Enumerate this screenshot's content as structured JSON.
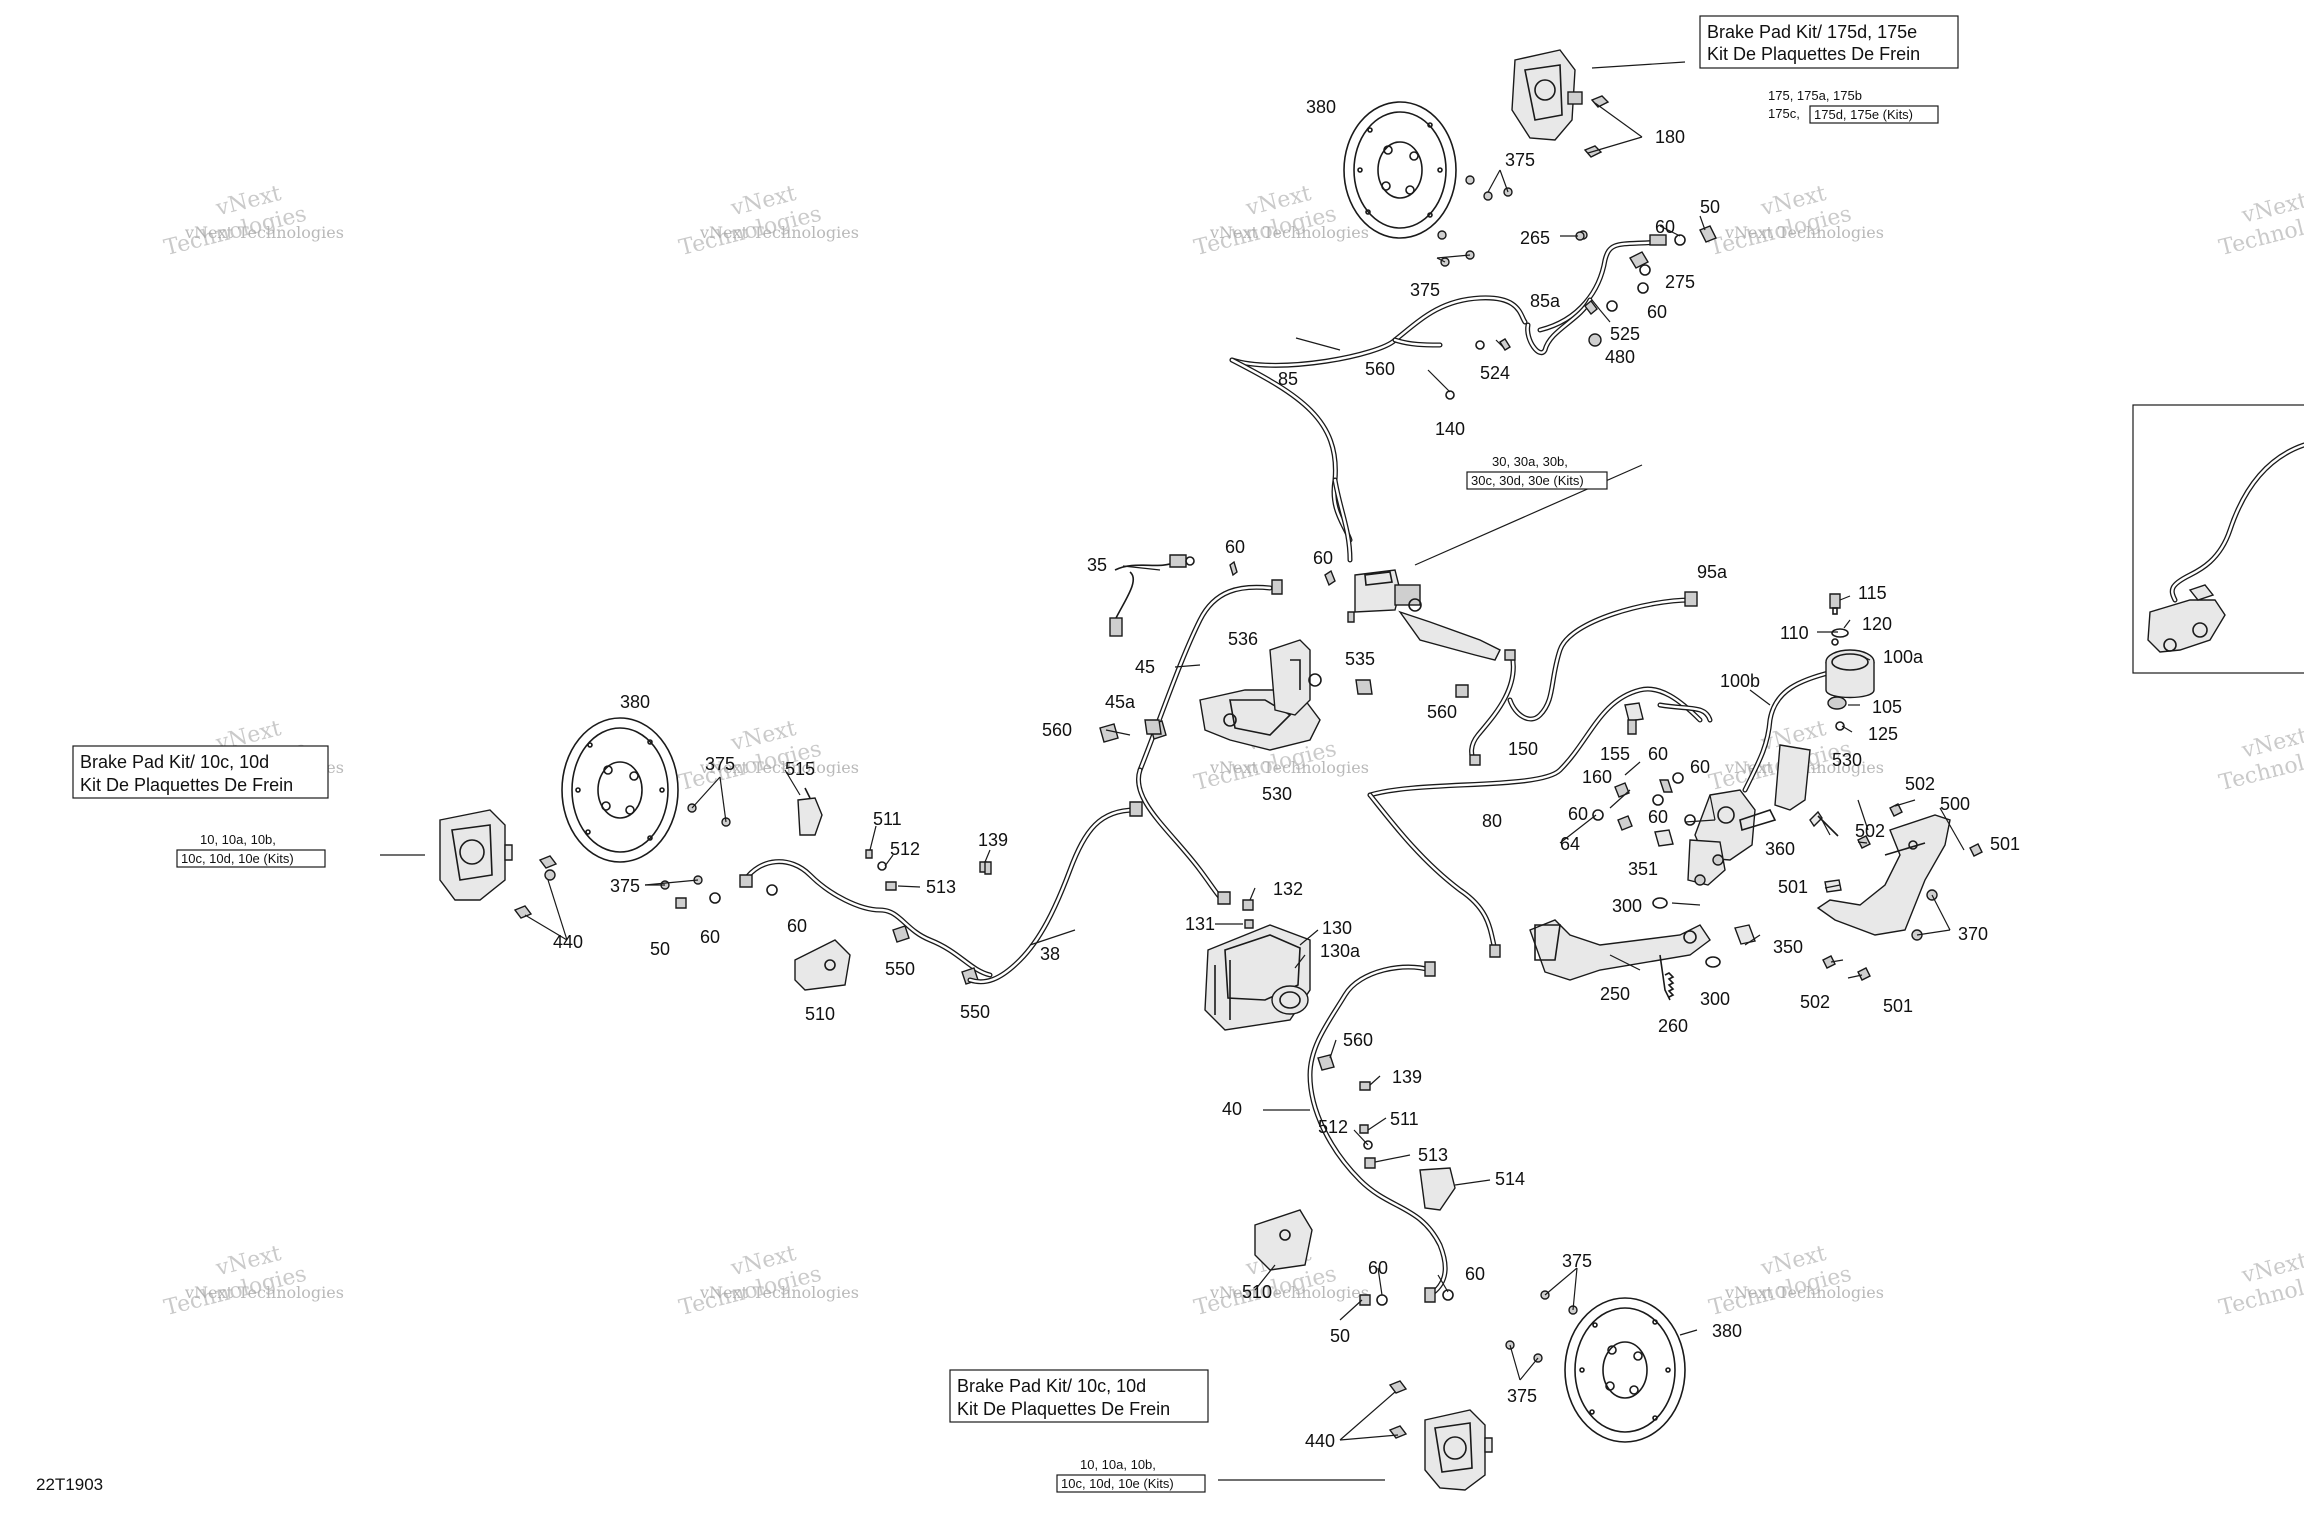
{
  "diagram_ref": "22T1903",
  "watermark": {
    "line1": "vNext",
    "line2": "Technologies",
    "line3": "vNext Technologies"
  },
  "kit_boxes": {
    "rear_caliper_kit": {
      "line1": "Brake Pad Kit/ 175d, 175e",
      "line2": "Kit De Plaquettes De Frein"
    },
    "rear_caliper_variants": {
      "line1": "175, 175a, 175b",
      "line2a": "175c,",
      "line2b": "175d, 175e (Kits)"
    },
    "master_cyl_variants": {
      "line1": "30, 30a, 30b,",
      "line2": "30c, 30d, 30e (Kits)"
    },
    "left_caliper_kit": {
      "line1": "Brake Pad Kit/ 10c, 10d",
      "line2": "Kit De Plaquettes De Frein"
    },
    "left_caliper_variants": {
      "line1": "10, 10a, 10b,",
      "line2": "10c, 10d, 10e (Kits)"
    },
    "bottom_caliper_kit": {
      "line1": "Brake Pad Kit/ 10c, 10d",
      "line2": "Kit De Plaquettes De Frein"
    },
    "bottom_caliper_variants": {
      "line1": "10, 10a, 10b,",
      "line2": "10c, 10d, 10e (Kits)"
    }
  },
  "callouts": {
    "c380_top": "380",
    "c375_top1": "375",
    "c375_top2": "375",
    "c180": "180",
    "c265": "265",
    "c60_a": "60",
    "c50_a": "50",
    "c275": "275",
    "c60_b": "60",
    "c85a": "85a",
    "c525": "525",
    "c480": "480",
    "c524": "524",
    "c560_a": "560",
    "c85": "85",
    "c140": "140",
    "c35": "35",
    "c60_c": "60",
    "c60_d": "60",
    "c45": "45",
    "c536": "536",
    "c535": "535",
    "c560_b": "560",
    "c45a": "45a",
    "c560_c": "560",
    "c530_a": "530",
    "c95a": "95a",
    "c115": "115",
    "c120": "120",
    "c110": "110",
    "c100a": "100a",
    "c100b": "100b",
    "c105": "105",
    "c125": "125",
    "c150": "150",
    "c155": "155",
    "c160": "160",
    "c60_e": "60",
    "c60_f": "60",
    "c530_b": "530",
    "c80": "80",
    "c60_g": "60",
    "c64": "64",
    "c60_h": "60",
    "c351": "351",
    "c360": "360",
    "c502_a": "502",
    "c500": "500",
    "c502_b": "502",
    "c501_a": "501",
    "c501_b": "501",
    "c300_a": "300",
    "c370": "370",
    "c350": "350",
    "c250": "250",
    "c300_b": "300",
    "c260": "260",
    "c502_c": "502",
    "c501_c": "501",
    "c380_left": "380",
    "c375_left1": "375",
    "c515": "515",
    "c511_a": "511",
    "c512_a": "512",
    "c513_a": "513",
    "c375_left2": "375",
    "c50_b": "50",
    "c60_i": "60",
    "c60_j": "60",
    "c440_a": "440",
    "c139_a": "139",
    "c550_a": "550",
    "c510_a": "510",
    "c550_b": "550",
    "c38": "38",
    "c132": "132",
    "c131": "131",
    "c130": "130",
    "c130a": "130a",
    "c560_d": "560",
    "c139_b": "139",
    "c40": "40",
    "c511_b": "511",
    "c512_b": "512",
    "c513_b": "513",
    "c514": "514",
    "c60_k": "60",
    "c60_l": "60",
    "c510_b": "510",
    "c50_c": "50",
    "c375_bot1": "375",
    "c380_bot": "380",
    "c375_bot2": "375",
    "c440_b": "440"
  }
}
